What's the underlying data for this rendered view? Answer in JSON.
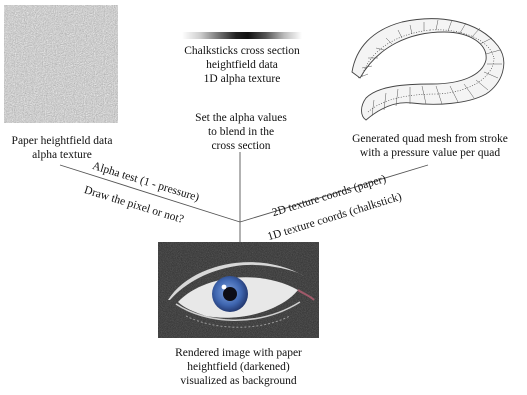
{
  "paper": {
    "title_line1": "Paper heightfield data",
    "title_line2": "alpha texture"
  },
  "chalk": {
    "line1": "Chalksticks cross section",
    "line2": "heightfield data",
    "line3": "1D alpha texture"
  },
  "blend": {
    "line1": "Set the alpha values",
    "line2": "to blend in the",
    "line3": "cross section"
  },
  "mesh": {
    "line1": "Generated quad mesh from stroke",
    "line2": "with a pressure value per quad"
  },
  "edges": {
    "alpha_test": "Alpha test (1 - pressure)",
    "draw_pixel": "Draw the pixel or not?",
    "coords_2d": "2D texture coords (paper)",
    "coords_1d": "1D texture coords (chalkstick)"
  },
  "result": {
    "line1": "Rendered image with paper",
    "line2": "heightfield (darkened)",
    "line3": "visualized as background"
  },
  "colors": {
    "paper_bg": "#bdbdbd",
    "render_bg": "#2b2b2b",
    "iris": "#3f66b0",
    "line": "#555555"
  }
}
